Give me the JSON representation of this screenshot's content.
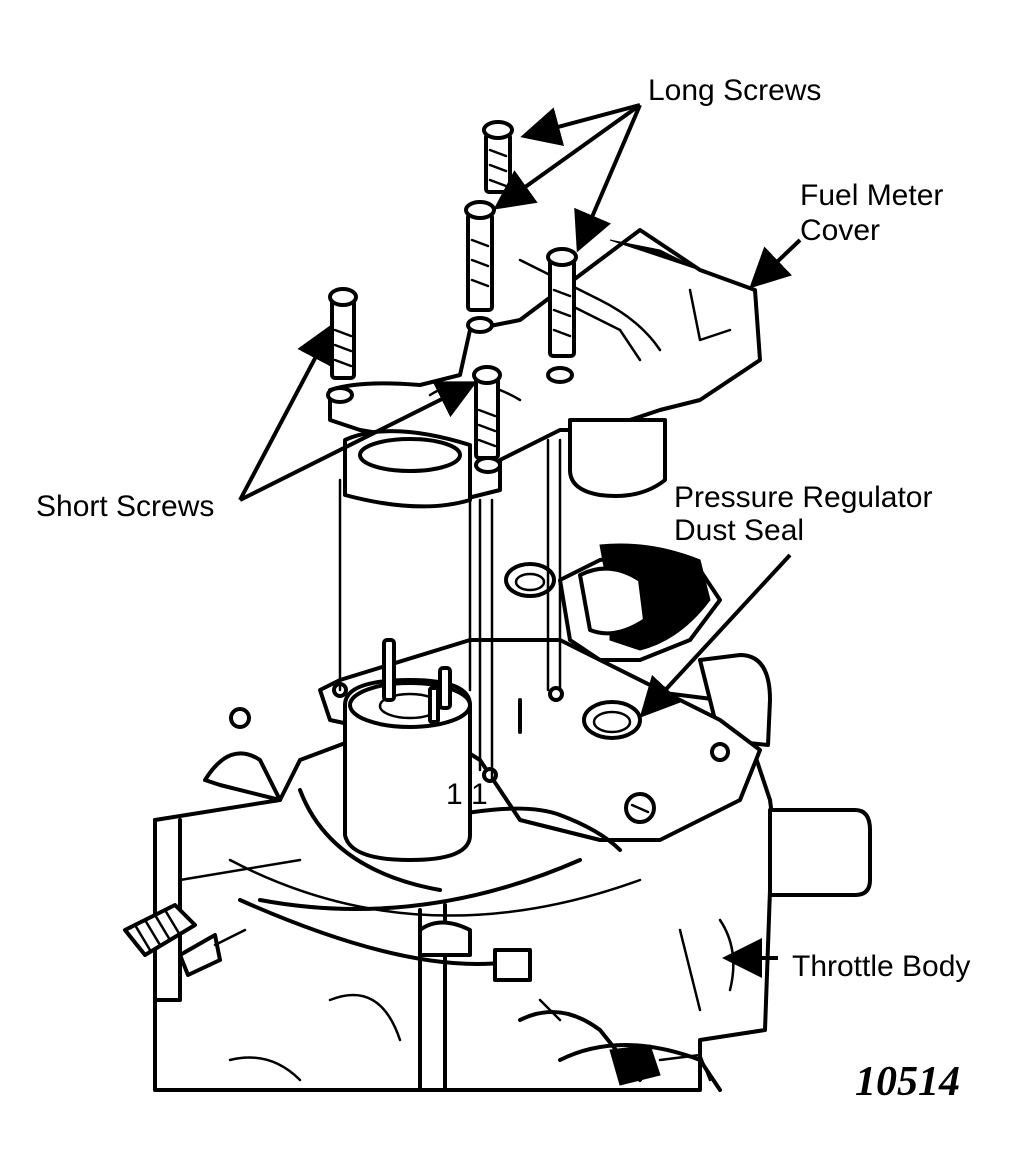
{
  "labels": {
    "long_screws": "Long Screws",
    "fuel_meter_cover_line1": "Fuel Meter",
    "fuel_meter_cover_line2": "Cover",
    "short_screws": "Short Screws",
    "pressure_regulator_line1": "Pressure Regulator",
    "pressure_regulator_line2": "Dust Seal",
    "throttle_body": "Throttle Body",
    "figure_number": "10514"
  },
  "embossed_marks": {
    "injector_mark": "1 1"
  },
  "colors": {
    "ink": "#000000",
    "paper": "#ffffff"
  }
}
